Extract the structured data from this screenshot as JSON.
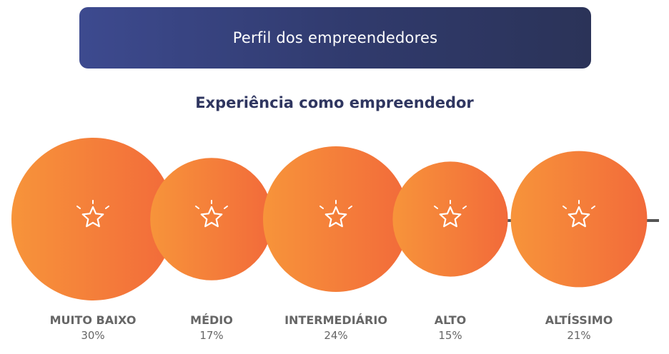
{
  "header": {
    "title": "Perfil dos empreendedores"
  },
  "colors": {
    "banner_start": "#3d4a8f",
    "banner_end": "#2b3358",
    "bubble_start": "#f7943a",
    "bubble_end": "#f26a3a",
    "line": "#555555",
    "label": "#666666"
  },
  "icons": {
    "bubble_icon": "star-icon"
  },
  "chart_data": {
    "type": "bubble",
    "title": "Experiência como empreendedor",
    "categories": [
      "MUITO BAIXO",
      "MÉDIO",
      "INTERMEDIÁRIO",
      "ALTO",
      "ALTÍSSIMO"
    ],
    "values": [
      30,
      17,
      24,
      15,
      21
    ],
    "value_labels": [
      "30%",
      "17%",
      "24%",
      "15%",
      "21%"
    ],
    "unit": "%"
  }
}
